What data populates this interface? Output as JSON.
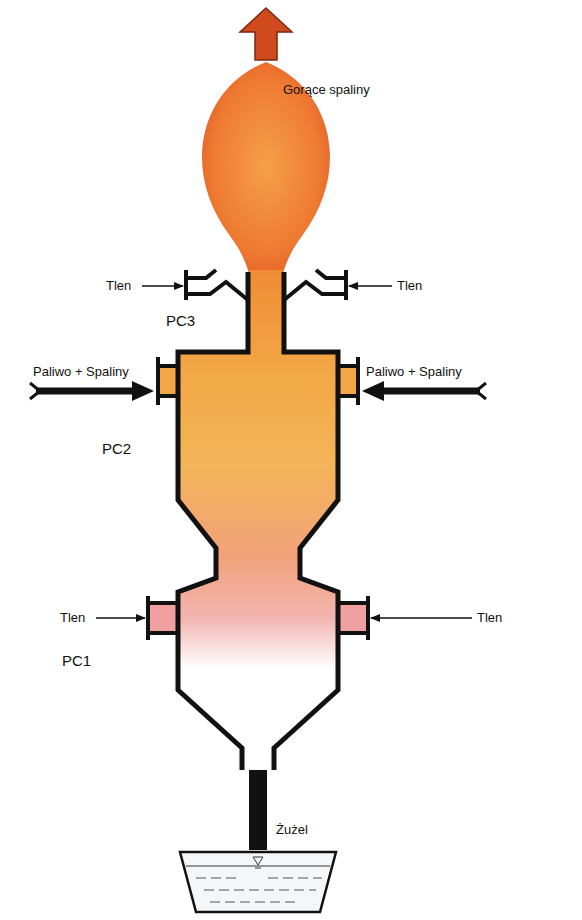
{
  "diagram": {
    "labels": [
      "Gorące spaliny",
      "Tlen",
      "Tlen",
      "PC3",
      "Paliwo + Spaliny",
      "Paliwo + Spaliny",
      "PC2",
      "Tlen",
      "Tlen",
      "PC1",
      "Żużel"
    ]
  }
}
